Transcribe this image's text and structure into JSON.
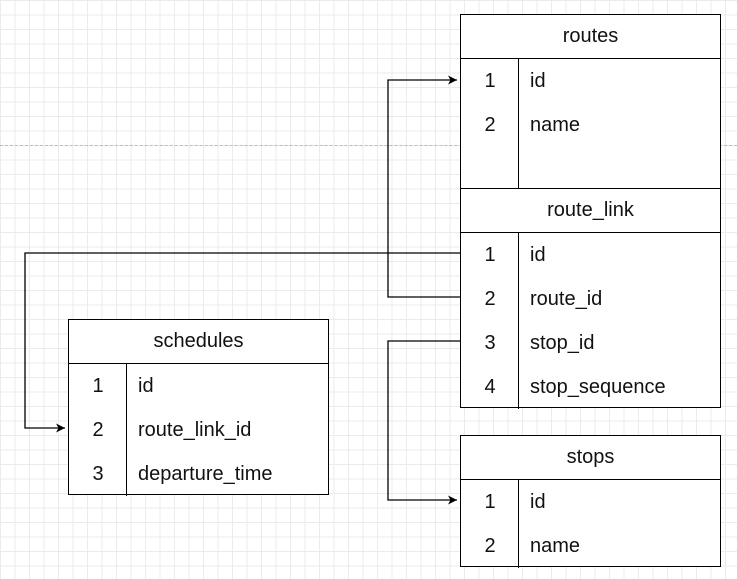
{
  "tables": [
    {
      "id": "routes",
      "title": "routes",
      "rows": [
        {
          "num": "1",
          "field": "id"
        },
        {
          "num": "2",
          "field": "name"
        },
        {
          "num": "",
          "field": ""
        }
      ]
    },
    {
      "id": "route_link",
      "title": "route_link",
      "rows": [
        {
          "num": "1",
          "field": "id"
        },
        {
          "num": "2",
          "field": "route_id"
        },
        {
          "num": "3",
          "field": "stop_id"
        },
        {
          "num": "4",
          "field": "stop_sequence"
        }
      ]
    },
    {
      "id": "schedules",
      "title": "schedules",
      "rows": [
        {
          "num": "1",
          "field": "id"
        },
        {
          "num": "2",
          "field": "route_link_id"
        },
        {
          "num": "3",
          "field": "departure_time"
        }
      ]
    },
    {
      "id": "stops",
      "title": "stops",
      "rows": [
        {
          "num": "1",
          "field": "id"
        },
        {
          "num": "2",
          "field": "name"
        }
      ]
    }
  ],
  "relations": [
    {
      "from": "route_link.route_id",
      "to": "routes.id"
    },
    {
      "from": "route_link.id",
      "to": "schedules.route_link_id"
    },
    {
      "from": "route_link.stop_id",
      "to": "stops.id"
    }
  ]
}
